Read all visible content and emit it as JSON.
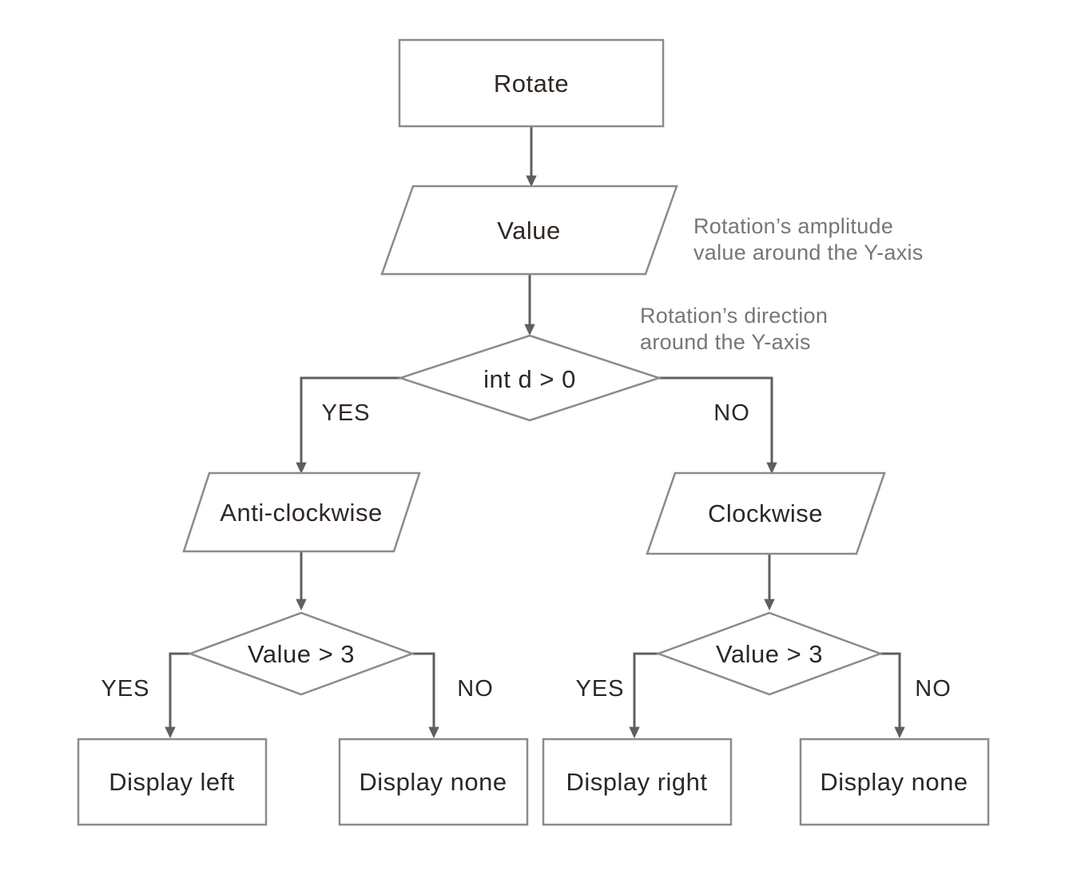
{
  "diagram": {
    "type": "flowchart",
    "palette": {
      "background": "#ffffff",
      "shape_border": "#8b8b8b",
      "connector": "#5f5f5f",
      "node_text": "#2e2723",
      "annotation_text": "#787579"
    },
    "nodes": {
      "rotate": {
        "label": "Rotate",
        "shape": "rectangle"
      },
      "value": {
        "label": "Value",
        "shape": "parallelogram"
      },
      "int_d": {
        "label": "int d > 0",
        "shape": "diamond"
      },
      "anti_clockwise": {
        "label": "Anti-clockwise",
        "shape": "parallelogram"
      },
      "clockwise": {
        "label": "Clockwise",
        "shape": "parallelogram"
      },
      "value3_left": {
        "label": "Value > 3",
        "shape": "diamond"
      },
      "value3_right": {
        "label": "Value > 3",
        "shape": "diamond"
      },
      "display_left": {
        "label": "Display left",
        "shape": "rectangle"
      },
      "display_none_left": {
        "label": "Display none",
        "shape": "rectangle"
      },
      "display_right": {
        "label": "Display right",
        "shape": "rectangle"
      },
      "display_none_right": {
        "label": "Display none",
        "shape": "rectangle"
      }
    },
    "edge_labels": {
      "int_d_yes": "YES",
      "int_d_no": "NO",
      "left_yes": "YES",
      "left_no": "NO",
      "right_yes": "YES",
      "right_no": "NO"
    },
    "annotations": {
      "amplitude": {
        "line1": "Rotation’s amplitude",
        "line2": "value around the Y-axis"
      },
      "direction": {
        "line1": "Rotation’s direction",
        "line2": "around the Y-axis"
      }
    }
  }
}
